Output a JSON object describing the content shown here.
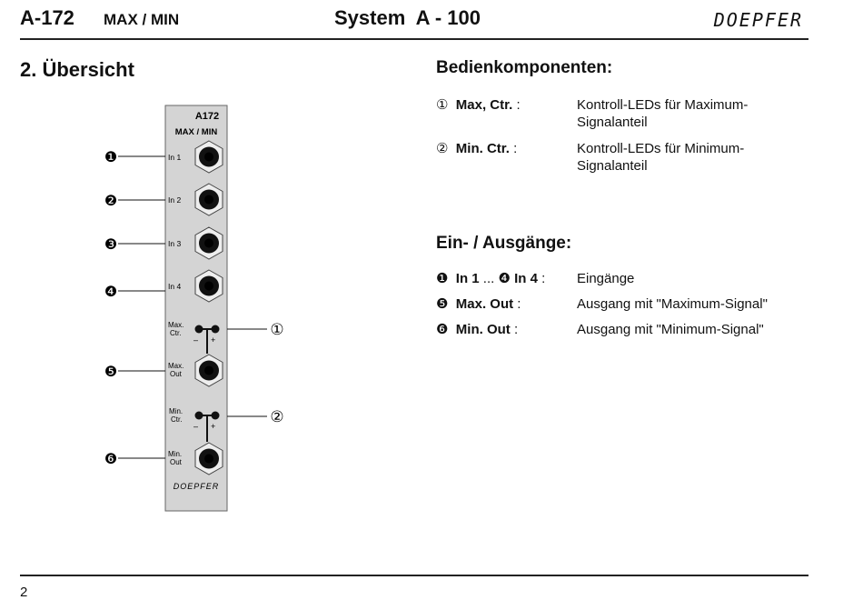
{
  "header": {
    "model": "A-172",
    "subtitle": "MAX / MIN",
    "system": "System  A - 100",
    "brand": "DOEPFER"
  },
  "section_title": "2.  Übersicht",
  "panel": {
    "model": "A172",
    "name": "MAX / MIN",
    "inputs": [
      "In 1",
      "In 2",
      "In 3",
      "In 4"
    ],
    "max_ctr": [
      "Max.",
      "Ctr."
    ],
    "max_out": [
      "Max.",
      "Out"
    ],
    "min_ctr": [
      "Min.",
      "Ctr."
    ],
    "min_out": [
      "Min.",
      "Out"
    ],
    "minus": "–",
    "plus": "+",
    "brand": "DOEPFER",
    "callouts_filled": [
      "❶",
      "❷",
      "❸",
      "❹",
      "❺",
      "❻"
    ],
    "callouts_open": [
      "①",
      "②"
    ]
  },
  "controls": {
    "title": "Bedienkomponenten:",
    "items": [
      {
        "num": "①",
        "label": "Max, Ctr.",
        "sep": " :",
        "desc": "Kontroll-LEDs für Maximum-Signalanteil"
      },
      {
        "num": "②",
        "label": "Min. Ctr.",
        "sep": " :",
        "desc": "Kontroll-LEDs für Minimum-Signalanteil"
      }
    ]
  },
  "io": {
    "title": "Ein- / Ausgänge:",
    "items": [
      {
        "num": "❶",
        "label": "In 1",
        "mid": " ... ",
        "num2": "❹",
        "label2": "In 4",
        "sep": " :",
        "desc": "Eingänge"
      },
      {
        "num": "❺",
        "label": "Max. Out",
        "sep": " :",
        "desc": "Ausgang mit \"Maximum-Signal\""
      },
      {
        "num": "❻",
        "label": "Min. Out",
        "sep": " :",
        "desc": "Ausgang mit \"Minimum-Signal\""
      }
    ]
  },
  "page_number": "2"
}
